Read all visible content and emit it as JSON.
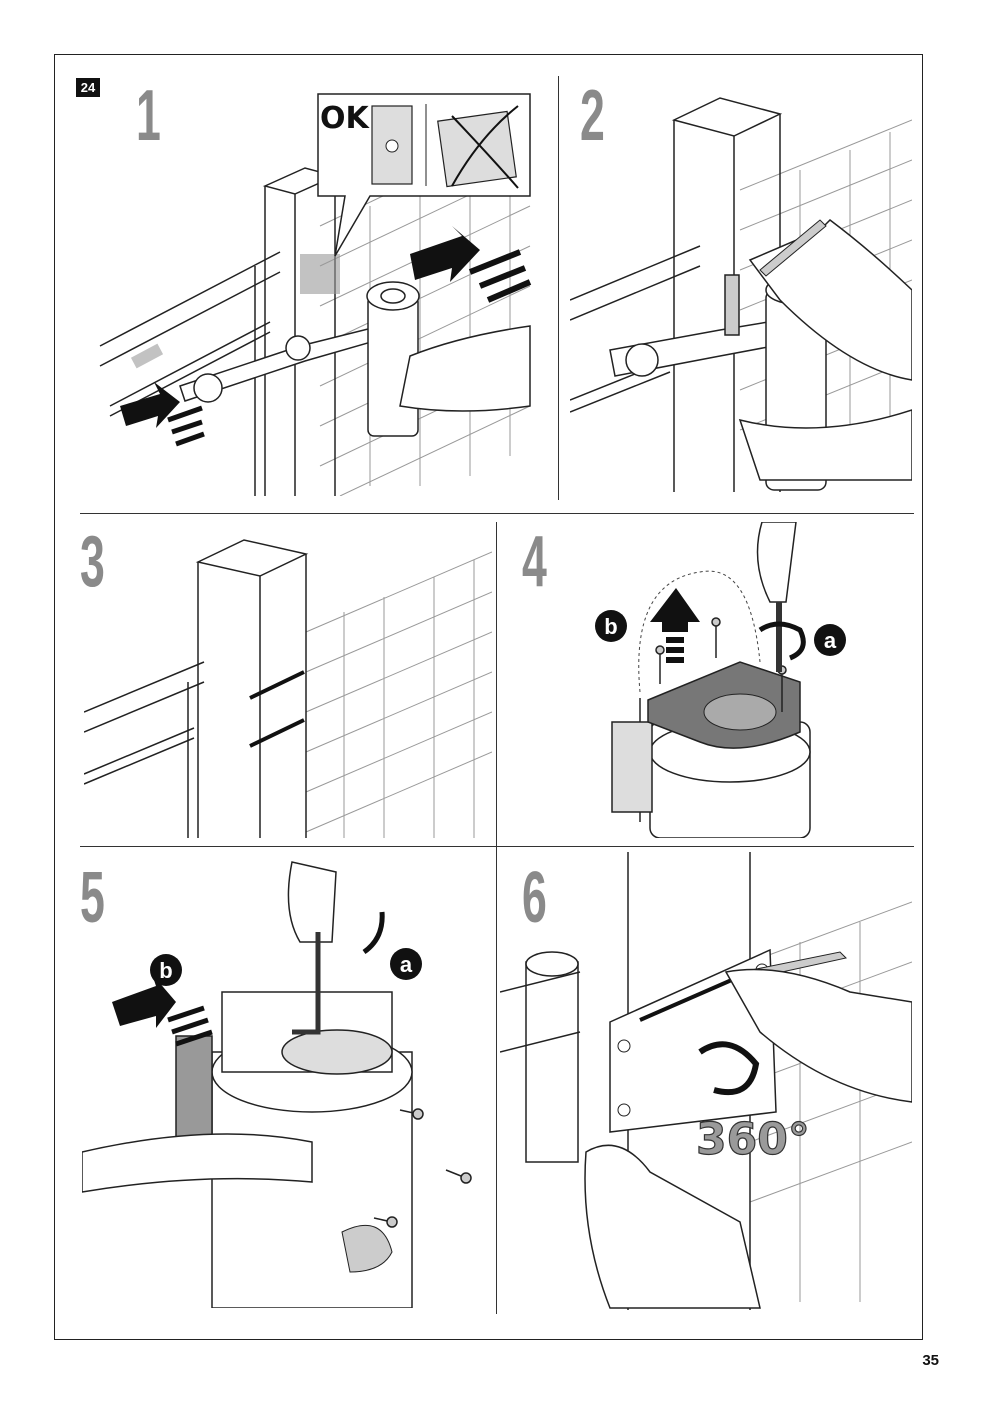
{
  "figure_label": "24",
  "page_number": "35",
  "steps": [
    {
      "number": "1",
      "ok_label": "OK"
    },
    {
      "number": "2"
    },
    {
      "number": "3"
    },
    {
      "number": "4",
      "label_a": "a",
      "label_b": "b"
    },
    {
      "number": "5",
      "label_a": "a",
      "label_b": "b"
    },
    {
      "number": "6",
      "rotation_label": "360°"
    }
  ]
}
